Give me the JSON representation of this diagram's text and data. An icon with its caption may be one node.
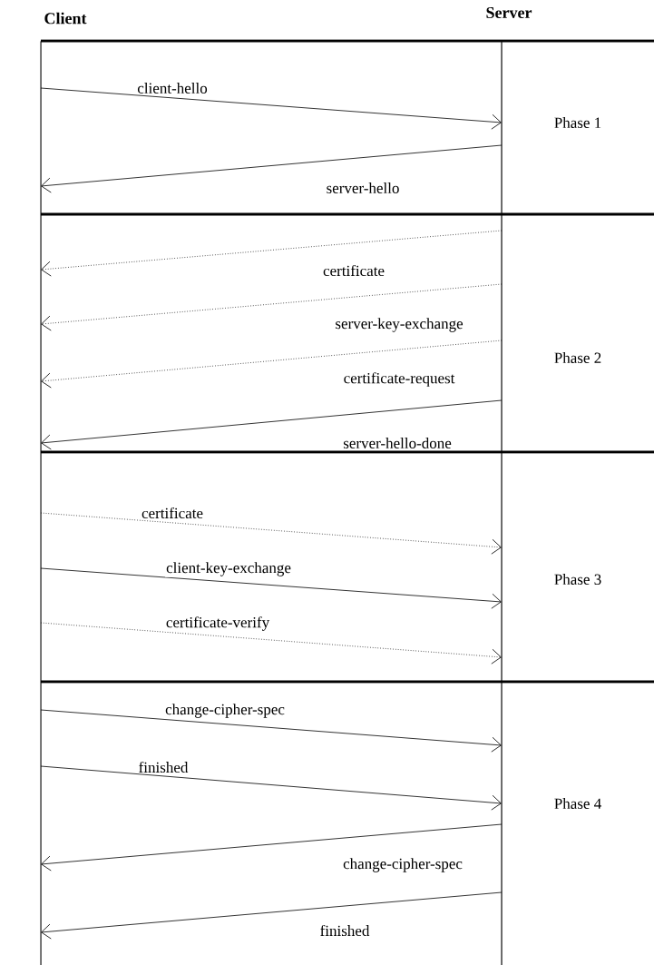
{
  "diagram": {
    "nodes": [
      {
        "text": [
          "Client"
        ]
      },
      {
        "text": [
          "Server"
        ]
      },
      {
        "text": [
          "Phase 1"
        ]
      },
      {
        "text": [
          "Phase 2"
        ]
      },
      {
        "text": [
          "Phase 3"
        ]
      },
      {
        "text": [
          "Phase 4"
        ]
      }
    ],
    "edges": [
      {
        "from": 0,
        "to": 1,
        "arrow": "to",
        "label": "client-hello"
      },
      {
        "from": 1,
        "to": 0,
        "arrow": "to",
        "label": "server-hello"
      },
      {
        "from": 1,
        "to": 0,
        "arrow": "to",
        "label": "certificate",
        "style": "dashed"
      },
      {
        "from": 1,
        "to": 0,
        "arrow": "to",
        "label": "server-key-exchange",
        "style": "dashed"
      },
      {
        "from": 1,
        "to": 0,
        "arrow": "to",
        "label": "certificate-request",
        "style": "dashed"
      },
      {
        "from": 1,
        "to": 0,
        "arrow": "to",
        "label": "server-hello-done"
      },
      {
        "from": 0,
        "to": 1,
        "arrow": "to",
        "label": "certificate",
        "style": "dashed"
      },
      {
        "from": 0,
        "to": 1,
        "arrow": "to",
        "label": "client-key-exchange"
      },
      {
        "from": 0,
        "to": 1,
        "arrow": "to",
        "label": "certificate-verify",
        "style": "dashed"
      },
      {
        "from": 0,
        "to": 1,
        "arrow": "to",
        "label": "change-cipher-spec"
      },
      {
        "from": 0,
        "to": 1,
        "arrow": "to",
        "label": "finished"
      },
      {
        "from": 1,
        "to": 0,
        "arrow": "to",
        "label": "change-cipher-spec"
      },
      {
        "from": 1,
        "to": 0,
        "arrow": "to",
        "label": "finished"
      }
    ]
  }
}
